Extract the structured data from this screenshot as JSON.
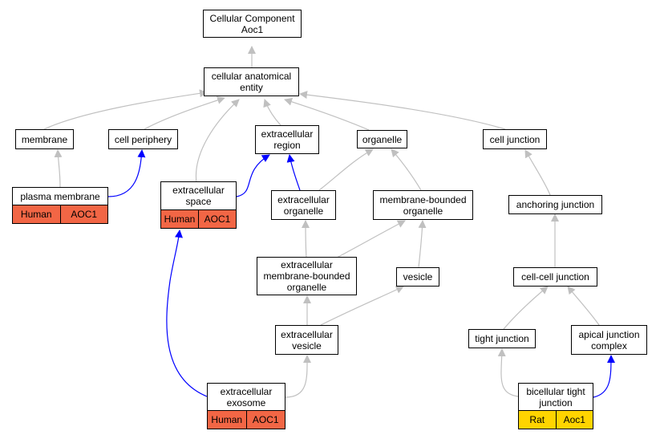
{
  "colors": {
    "grey_edge": "#c0c0c0",
    "blue_edge": "#0000ff",
    "human": "#f26645",
    "rat": "#ffd400"
  },
  "nodes": {
    "root": {
      "label": "Cellular Component\nAoc1"
    },
    "cae": {
      "label": "cellular anatomical\nentity"
    },
    "membrane": {
      "label": "membrane"
    },
    "cell_periphery": {
      "label": "cell periphery"
    },
    "extracellular_region": {
      "label": "extracellular\nregion"
    },
    "organelle": {
      "label": "organelle"
    },
    "cell_junction": {
      "label": "cell junction"
    },
    "plasma_membrane": {
      "label": "plasma membrane",
      "species": "Human",
      "gene": "AOC1"
    },
    "extracellular_space": {
      "label": "extracellular\nspace",
      "species": "Human",
      "gene": "AOC1"
    },
    "extracellular_organelle": {
      "label": "extracellular\norganelle"
    },
    "membrane_bounded_organelle": {
      "label": "membrane-bounded\norganelle"
    },
    "anchoring_junction": {
      "label": "anchoring junction"
    },
    "ec_mb_organelle": {
      "label": "extracellular\nmembrane-bounded\norganelle"
    },
    "vesicle": {
      "label": "vesicle"
    },
    "cell_cell_junction": {
      "label": "cell-cell junction"
    },
    "extracellular_vesicle": {
      "label": "extracellular\nvesicle"
    },
    "tight_junction": {
      "label": "tight junction"
    },
    "apical_junction_complex": {
      "label": "apical junction\ncomplex"
    },
    "extracellular_exosome": {
      "label": "extracellular\nexosome",
      "species": "Human",
      "gene": "AOC1"
    },
    "bicellular_tight_junction": {
      "label": "bicellular tight\njunction",
      "species": "Rat",
      "gene": "Aoc1"
    }
  }
}
